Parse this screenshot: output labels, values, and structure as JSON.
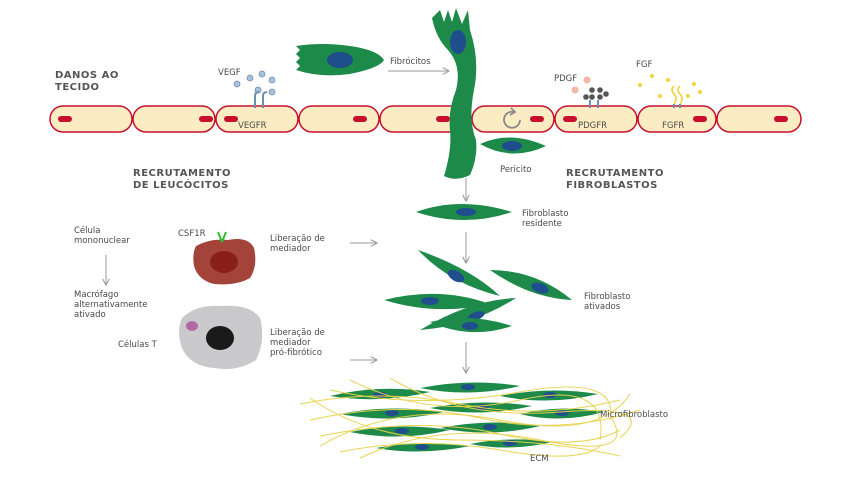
{
  "headings": {
    "tissue_damage": "DANOS AO\nTECIDO",
    "leukocyte_recruitment": "RECRUTAMENTO\nDE LEUCÓCITOS",
    "fibroblast_recruitment": "RECRUTAMENTO\nFIBROBLASTOS"
  },
  "receptors": {
    "vegf": "VEGF",
    "vegfr": "VEGFR",
    "pdgf": "PDGF",
    "pdgfr": "PDGFR",
    "fgf": "FGF",
    "fgfr": "FGFR"
  },
  "labels": {
    "fibrocytes": "Fibrócitos",
    "pericyte": "Pericito",
    "resident_fibroblast": "Fibroblasto\nresidente",
    "activated_fibroblasts": "Fibroblasto\nativados",
    "microfibroblast": "Microfibroblasto",
    "ecm": "ECM",
    "mononuclear_cell": "Célula\nmononuclear",
    "macrophage": "Macrófago\nalternativamente\nativado",
    "csf1r": "CSF1R",
    "t_cells": "Células T",
    "mediator_release": "Liberação de\nmediador",
    "profibrotic_release": "Liberação de\nmediador\npró-fibrótico"
  },
  "colors": {
    "vessel_fill": "#fbecc3",
    "vessel_stroke": "#c8102e",
    "cell_green": "#1e8a4a",
    "nucleus_blue": "#1f4e8c",
    "macrophage": "#a3433a",
    "tcell": "#c9c9cb",
    "ecm_fiber": "#e8d24a"
  }
}
